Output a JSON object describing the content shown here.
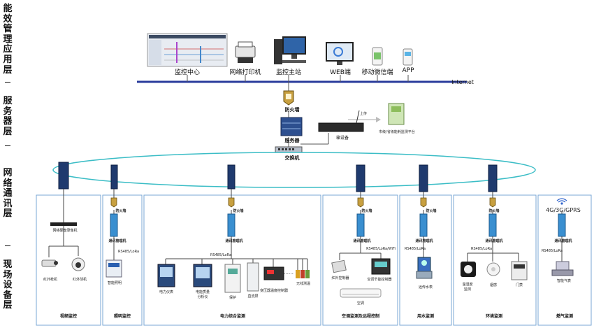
{
  "layers": {
    "app": "能效管理应用层",
    "service": "服务器层",
    "network": "网络通讯层",
    "field": "现场设备层"
  },
  "top": {
    "monitor_center": "监控中心",
    "printer": "网络打印机",
    "host": "监控主站",
    "web": "WEB端",
    "wechat": "移动微信端",
    "app": "APP",
    "internet": "Internet"
  },
  "server": {
    "firewall": "防火墙",
    "server": "服务器",
    "switch": "交换机",
    "gateway": "箱设备",
    "upload": "上传",
    "platform": "市级/省级能耗监测平台"
  },
  "common": {
    "firewall": "防火墙",
    "comm": "通讯管理机"
  },
  "sections": {
    "video": {
      "title": "视频监控",
      "nvr": "网络硬盘录像机",
      "cam1": "红外枪机",
      "cam2": "红外球机"
    },
    "lighting": {
      "title": "照明监控",
      "bus": "RS485/LoRa",
      "dev": "智能照明"
    },
    "power": {
      "title": "电力综合监测",
      "bus": "RS485/LoRa",
      "dev1": "电力仪表",
      "dev2": "电能质量分析仪",
      "dev3": "保护",
      "dev4": "直流屏",
      "dev5": "变压器温度控制器",
      "dots": "……",
      "dev6": "无线测温"
    },
    "hvac": {
      "title": "空调监测及远程控制",
      "bus": "RS485/LoRa/WiFi",
      "dev1": "红外控制器",
      "dev2": "空调节能控制器",
      "dev3": "空调"
    },
    "water": {
      "title": "用水监测",
      "bus": "RS485/LoRa",
      "dev": "远传水表"
    },
    "env": {
      "title": "环境监测",
      "bus": "RS485/LoRa",
      "dev1": "温湿度监测",
      "dev2": "烟感",
      "dev3": "门禁"
    },
    "gas": {
      "title": "燃气监测",
      "net": "4G/3G/GPRS",
      "bus": "RS485/LoRa",
      "dev": "智能气表"
    }
  }
}
